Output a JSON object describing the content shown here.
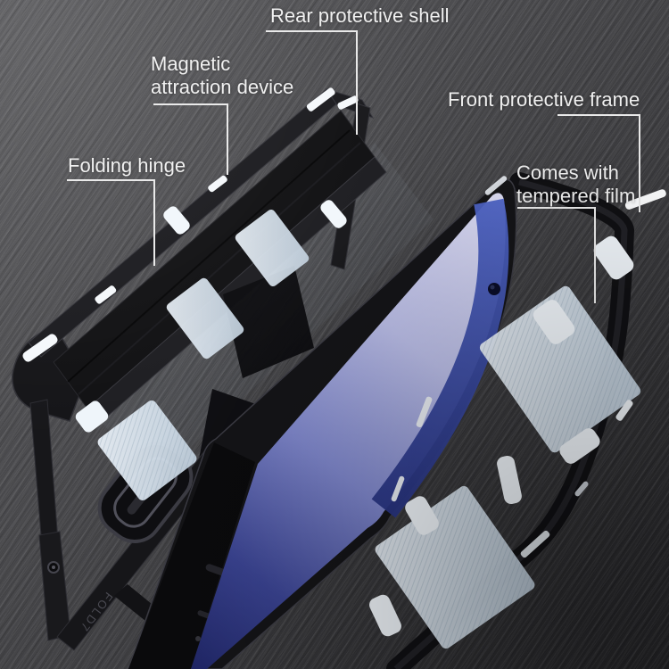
{
  "callouts": {
    "rear_shell": "Rear protective shell",
    "magnetic": "Magnetic attraction device",
    "folding_hinge": "Folding hinge",
    "front_frame": "Front protective frame",
    "tempered_film": "Comes with tempered film"
  },
  "engraving": "FOLD7",
  "colors": {
    "label_text": "#f0f0f0",
    "leader_line": "#e9e9e9",
    "screen_top": "#dadaf0",
    "screen_mid": "#7e86ca",
    "screen_bottom": "#1c2261",
    "screen_band_top": "#4e64c6",
    "screen_band_bottom": "#26317e",
    "film": "#e9f0f7",
    "film_deep": "#c2d1df",
    "case_black": "#141417",
    "wood_light": "#5c5c5f",
    "wood_dark": "#262629"
  }
}
